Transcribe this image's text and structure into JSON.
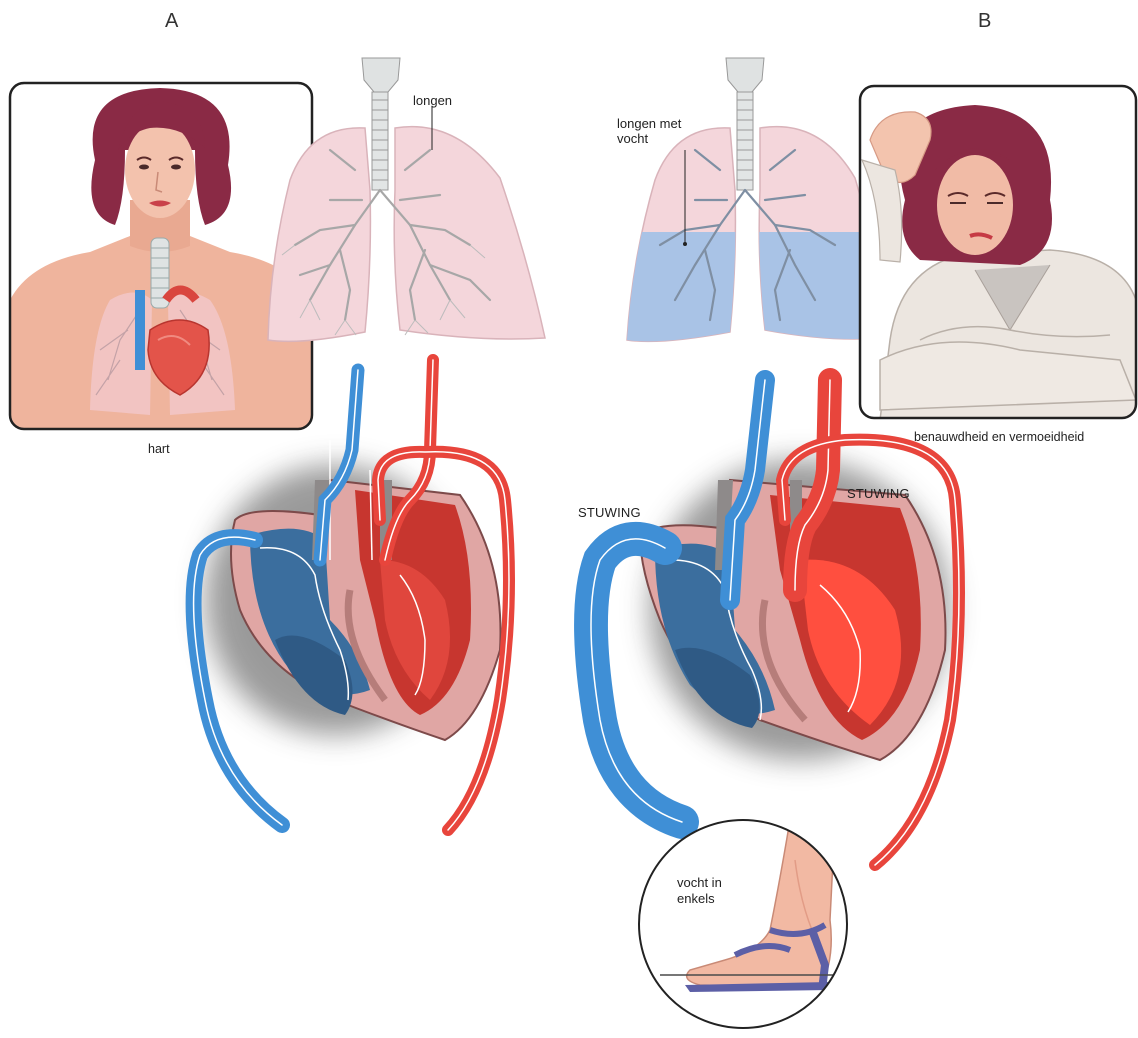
{
  "panels": {
    "a": {
      "letter": "A",
      "portrait_caption": "hart",
      "lung_label": "longen"
    },
    "b": {
      "letter": "B",
      "portrait_caption": "benauwdheid en vermoeidheid",
      "lung_label_line1": "longen met",
      "lung_label_line2": "vocht",
      "congestion_left": "STUWING",
      "congestion_right": "STUWING",
      "ankle_label_line1": "vocht in",
      "ankle_label_line2": "enkels"
    }
  },
  "colors": {
    "oxygen_poor_blood": "#3f8fd6",
    "oxygen_rich_blood": "#e8453c",
    "heart_wall": "#e0a6a4",
    "lung_tissue": "#f4d8dc",
    "lung_fluid": "#a9c3e6",
    "skin": "#f1b9a1",
    "hair": "#8a2a45"
  },
  "icons": [
    "female-portrait-icon",
    "lungs-icon",
    "heart-section-icon",
    "foot-sandal-icon"
  ]
}
